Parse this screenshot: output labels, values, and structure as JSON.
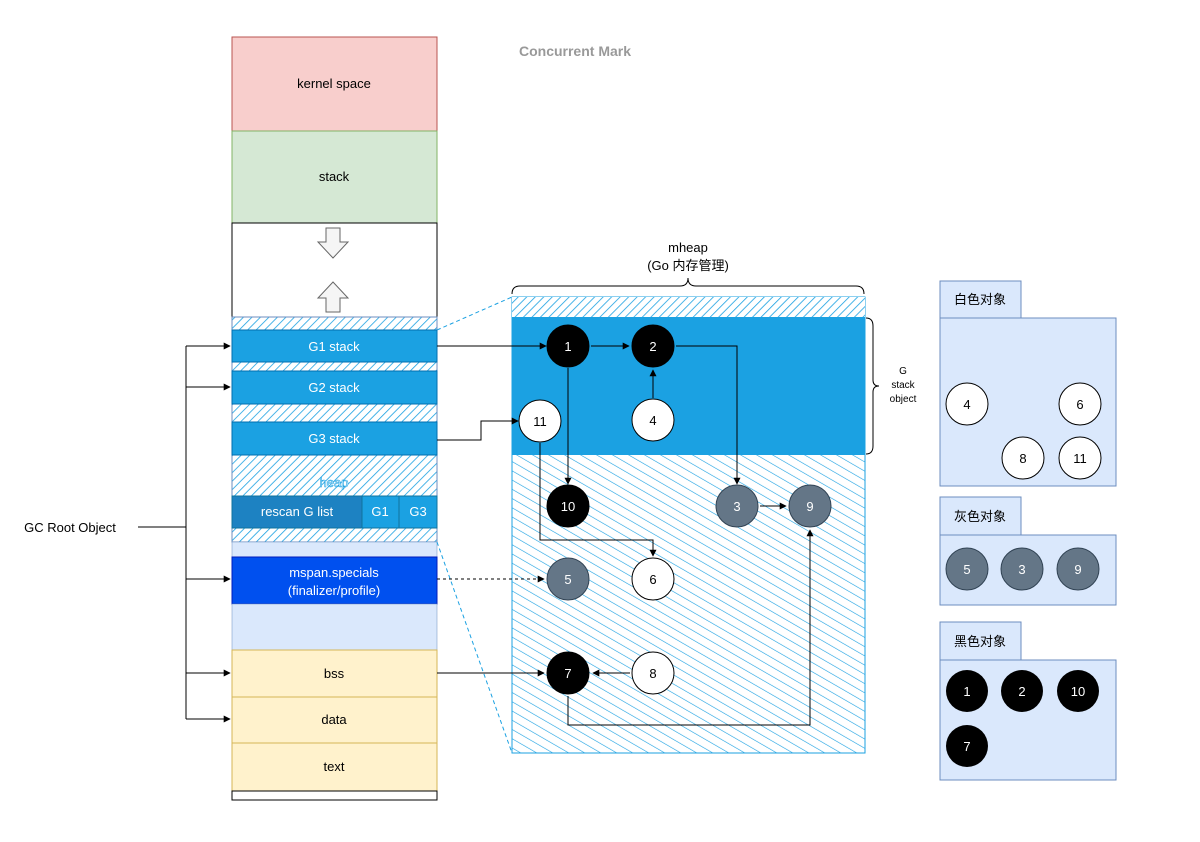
{
  "title": "Concurrent Mark",
  "gc_root_label": "GC Root Object",
  "memory": {
    "kernel": "kernel space",
    "stack": "stack",
    "g1": "G1 stack",
    "g2": "G2 stack",
    "g3": "G3 stack",
    "heap": "heap",
    "rescan": "rescan G list",
    "rescan_g1": "G1",
    "rescan_g3": "G3",
    "mspan_line1": "mspan.specials",
    "mspan_line2": "(finalizer/profile)",
    "bss": "bss",
    "data": "data",
    "text": "text"
  },
  "mheap": {
    "line1": "mheap",
    "line2": "(Go 内存管理)"
  },
  "g_stack_object": {
    "line1": "G",
    "line2": "stack",
    "line3": "object"
  },
  "nodes": {
    "n1": "1",
    "n2": "2",
    "n3": "3",
    "n4": "4",
    "n5": "5",
    "n6": "6",
    "n7": "7",
    "n8": "8",
    "n9": "9",
    "n10": "10",
    "n11": "11"
  },
  "legend": {
    "white": {
      "title": "白色对象",
      "items": [
        "4",
        "6",
        "8",
        "11"
      ]
    },
    "gray": {
      "title": "灰色对象",
      "items": [
        "5",
        "3",
        "9"
      ]
    },
    "black": {
      "title": "黑色对象",
      "items": [
        "1",
        "2",
        "10",
        "7"
      ]
    }
  },
  "colors": {
    "kernel": "#f8cecc",
    "stack": "#d5e8d4",
    "gstack": "#1ba1e2",
    "rescan": "#1d82c2",
    "mspan": "#0050ef",
    "light": "#dae8fc",
    "segment": "#fff2cc",
    "gray_node": "#647687",
    "black_node": "#000000"
  }
}
